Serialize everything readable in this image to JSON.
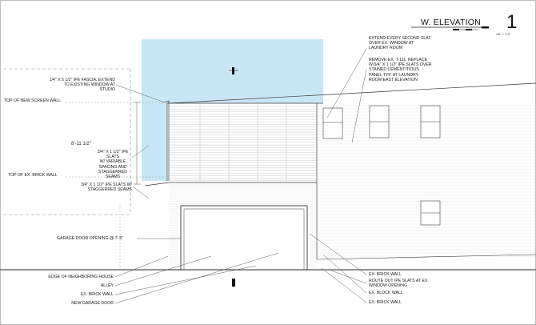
{
  "sheet": {
    "title": "W. ELEVATION",
    "number": "1",
    "scale_text": "1/8\" = 1'-0\""
  },
  "dimension": {
    "height": "8'-11 1/2\""
  },
  "annotations": {
    "fascia": "1/4\" X 5 1/2\" IPE FASCIA, EXTEND\nTO EXISTING WINDOW AT\nSTUDIO",
    "top_screen_wall": "TOP OF NEW SCREEN WALL",
    "ipe_slats": "3/4\" X 1 1/2\" IPE\nSLATS\nW/ VARIABLE\nSPACING AND\nSTAGGERRED\nSEAMS",
    "top_brick_wall": "TOP OF EX. BRICK WALL",
    "staggered_slats": "3/4\" X 1 1/2\" IPE SLATS W/\nSTAGGERRED SEAMS",
    "garage_opening": "GARAGE DOOR OPENING @  7'-5\"",
    "edge_neighbor": "EDGE OF NEIGHBORING HOUSE",
    "alley": "ALLEY",
    "ex_brick_wall_left": "EX. BRICK WALL",
    "new_garage_door": "NEW GARAGE DOOR",
    "extend_slat": "EXTEND EVERY SECOND SLAT\nOVER EX. WINDOW AT\nLAUNDRY ROOM",
    "remove_t111": "REMOVE EX. T-111, REPLACE\nW/3/4\" X 1 1/2\" IPE SLATS OVER\nSTAINED CEMENTITIOUS\nPANEL TYP. AT LAUNDRY\nROOM EAST ELEVATION",
    "ex_brick_wall_1": "EX. BRICK WALL",
    "route_out": "ROUTE OUT IPE SLATS AT EX.\nWINDOW OPENING",
    "ex_block_wall": "EX. BLOCK WALL",
    "ex_brick_wall_2": "EX. BRICK WALL"
  },
  "markers": {
    "upper": "MARKER",
    "lower": "MARKER"
  },
  "colors": {
    "highlight": "#c9e6f6",
    "line": "#3a3a3a",
    "light_line": "#9a9a9a"
  }
}
